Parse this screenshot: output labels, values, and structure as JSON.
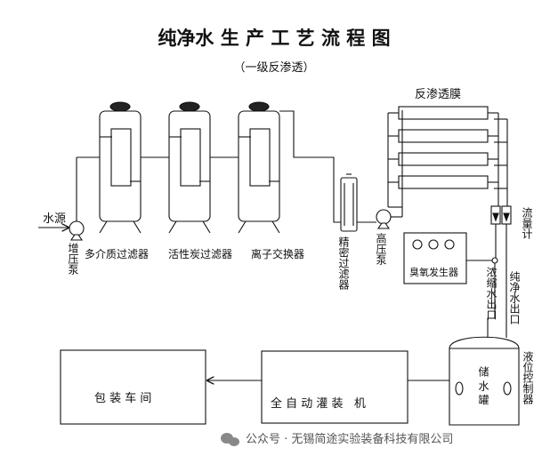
{
  "title": "纯净水 生 产 工 艺 流 程 图",
  "subtitle": "（一级反渗透）",
  "labels": {
    "water_source": "水源",
    "booster_pump": "增压泵",
    "multimedia_filter": "多介质过滤器",
    "carbon_filter": "活性炭过滤器",
    "ion_exchanger": "离子交换器",
    "precision_filter": "精密过滤器",
    "high_pressure_pump": "高压泵",
    "ro_membrane": "反渗透膜",
    "flow_meter": "流量计",
    "ozone_generator": "臭氧发生器",
    "concentrate_outlet": "浓缩水出口",
    "pure_water_outlet": "纯净水出口",
    "storage_tank": "储 水 罐",
    "level_controller": "液位控制器",
    "auto_filling_machine": "全 自 动 灌 装   机",
    "packaging_room": "包 装 车 间"
  },
  "watermark": {
    "icon": "wechat-icon",
    "text": "公众号 · 无锡简途实验装备科技有限公司"
  }
}
